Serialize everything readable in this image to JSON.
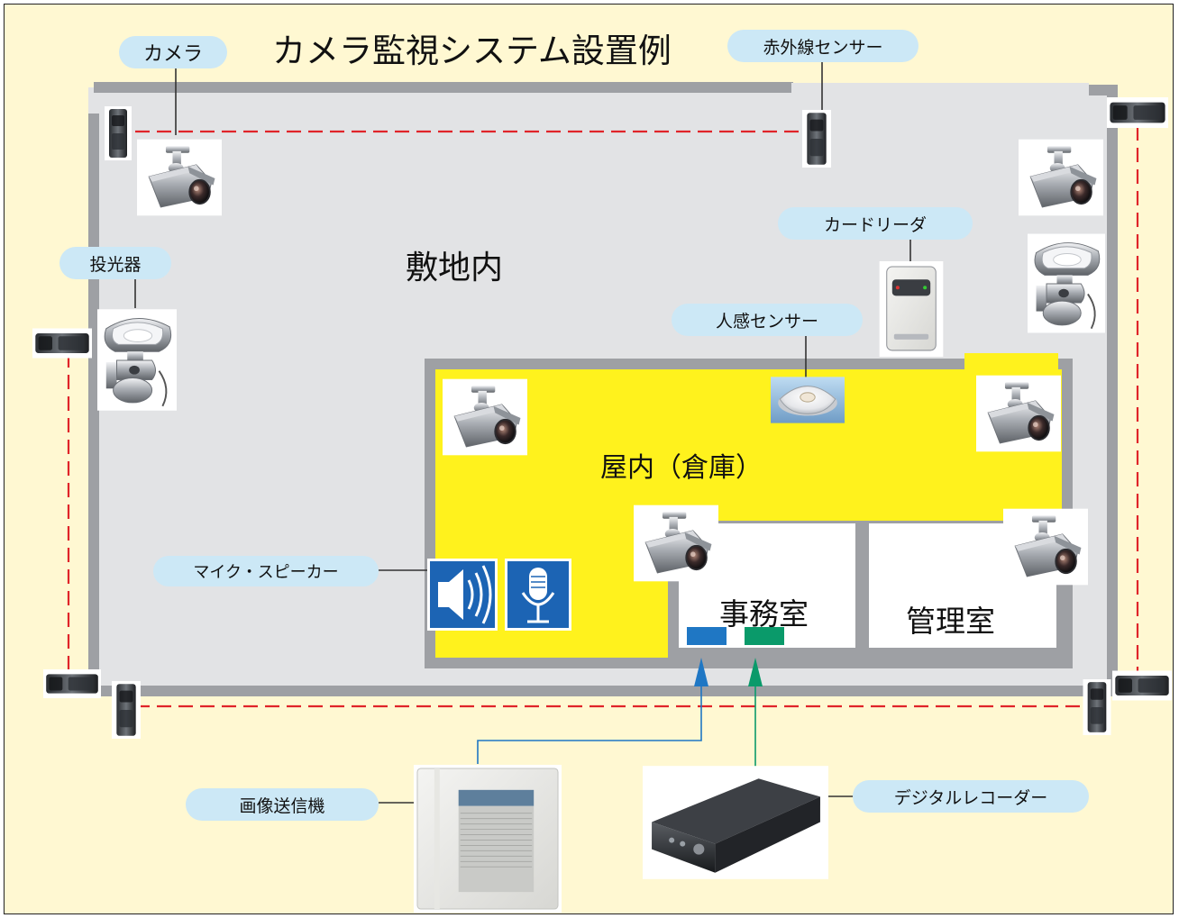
{
  "title": "カメラ監視システム設置例",
  "areas": {
    "premises": "敷地内",
    "indoor": "屋内（倉庫）",
    "office": "事務室",
    "management": "管理室"
  },
  "devices": {
    "camera": "カメラ",
    "ir_sensor": "赤外線センサー",
    "card_reader": "カードリーダ",
    "floodlight": "投光器",
    "motion_sensor": "人感センサー",
    "mic_speaker": "マイク・スピーカー",
    "image_transmitter": "画像送信機",
    "digital_recorder": "デジタルレコーダー"
  },
  "colors": {
    "background": "#fff8d2",
    "ground": "#e2e3e5",
    "wall": "#9ea0a4",
    "warehouse": "#fff21d",
    "perimeter": "#e0242a",
    "bubble": "#cce8f6",
    "transmitter_link": "#1f77c4",
    "recorder_link": "#0a9a6a"
  },
  "icons": [
    "camera-icon",
    "ir-sensor-icon",
    "floodlight-icon",
    "card-reader-icon",
    "motion-sensor-icon",
    "speaker-icon",
    "microphone-icon",
    "image-transmitter-icon",
    "digital-recorder-icon"
  ]
}
